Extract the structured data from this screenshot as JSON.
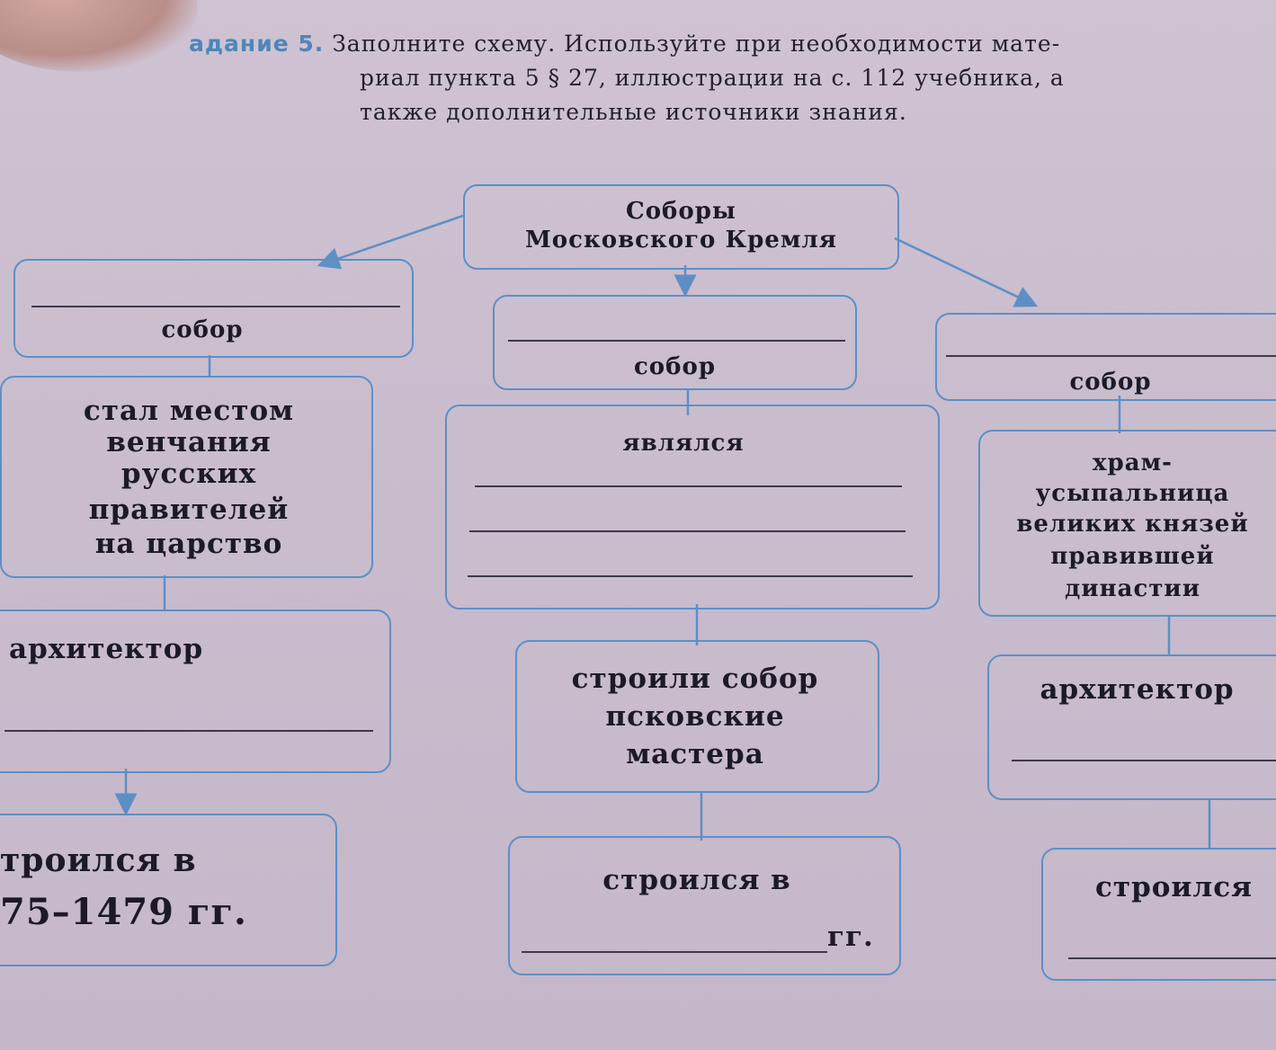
{
  "header": {
    "task_label": "адание 5.",
    "instruction_line1": "Заполните схему. Используйте при необходимости мате-",
    "instruction_line2": "риал пункта 5 § 27, иллюстрации на с. 112 учебника, а",
    "instruction_line3": "также дополнительные источники знания."
  },
  "top": {
    "line1": "Соборы",
    "line2": "Московского Кремля"
  },
  "left": {
    "title_label": "собор",
    "fact_lines": [
      "стал местом",
      "венчания",
      "русских",
      "правителей",
      "на царство"
    ],
    "architect_label": "архитектор",
    "built_line1": "троился в",
    "built_line2": "75–1479 гг."
  },
  "middle": {
    "title_label": "собор",
    "was_label": "являлся",
    "builders_lines": [
      "строили собор",
      "псковские",
      "мастера"
    ],
    "built_label": "строился в",
    "years_suffix": "гг."
  },
  "right": {
    "title_label": "собор",
    "fact_lines": [
      "храм-",
      "усыпальница",
      "великих князей",
      "правившей",
      "династии"
    ],
    "architect_label": "архитектор",
    "built_label": "строился"
  }
}
